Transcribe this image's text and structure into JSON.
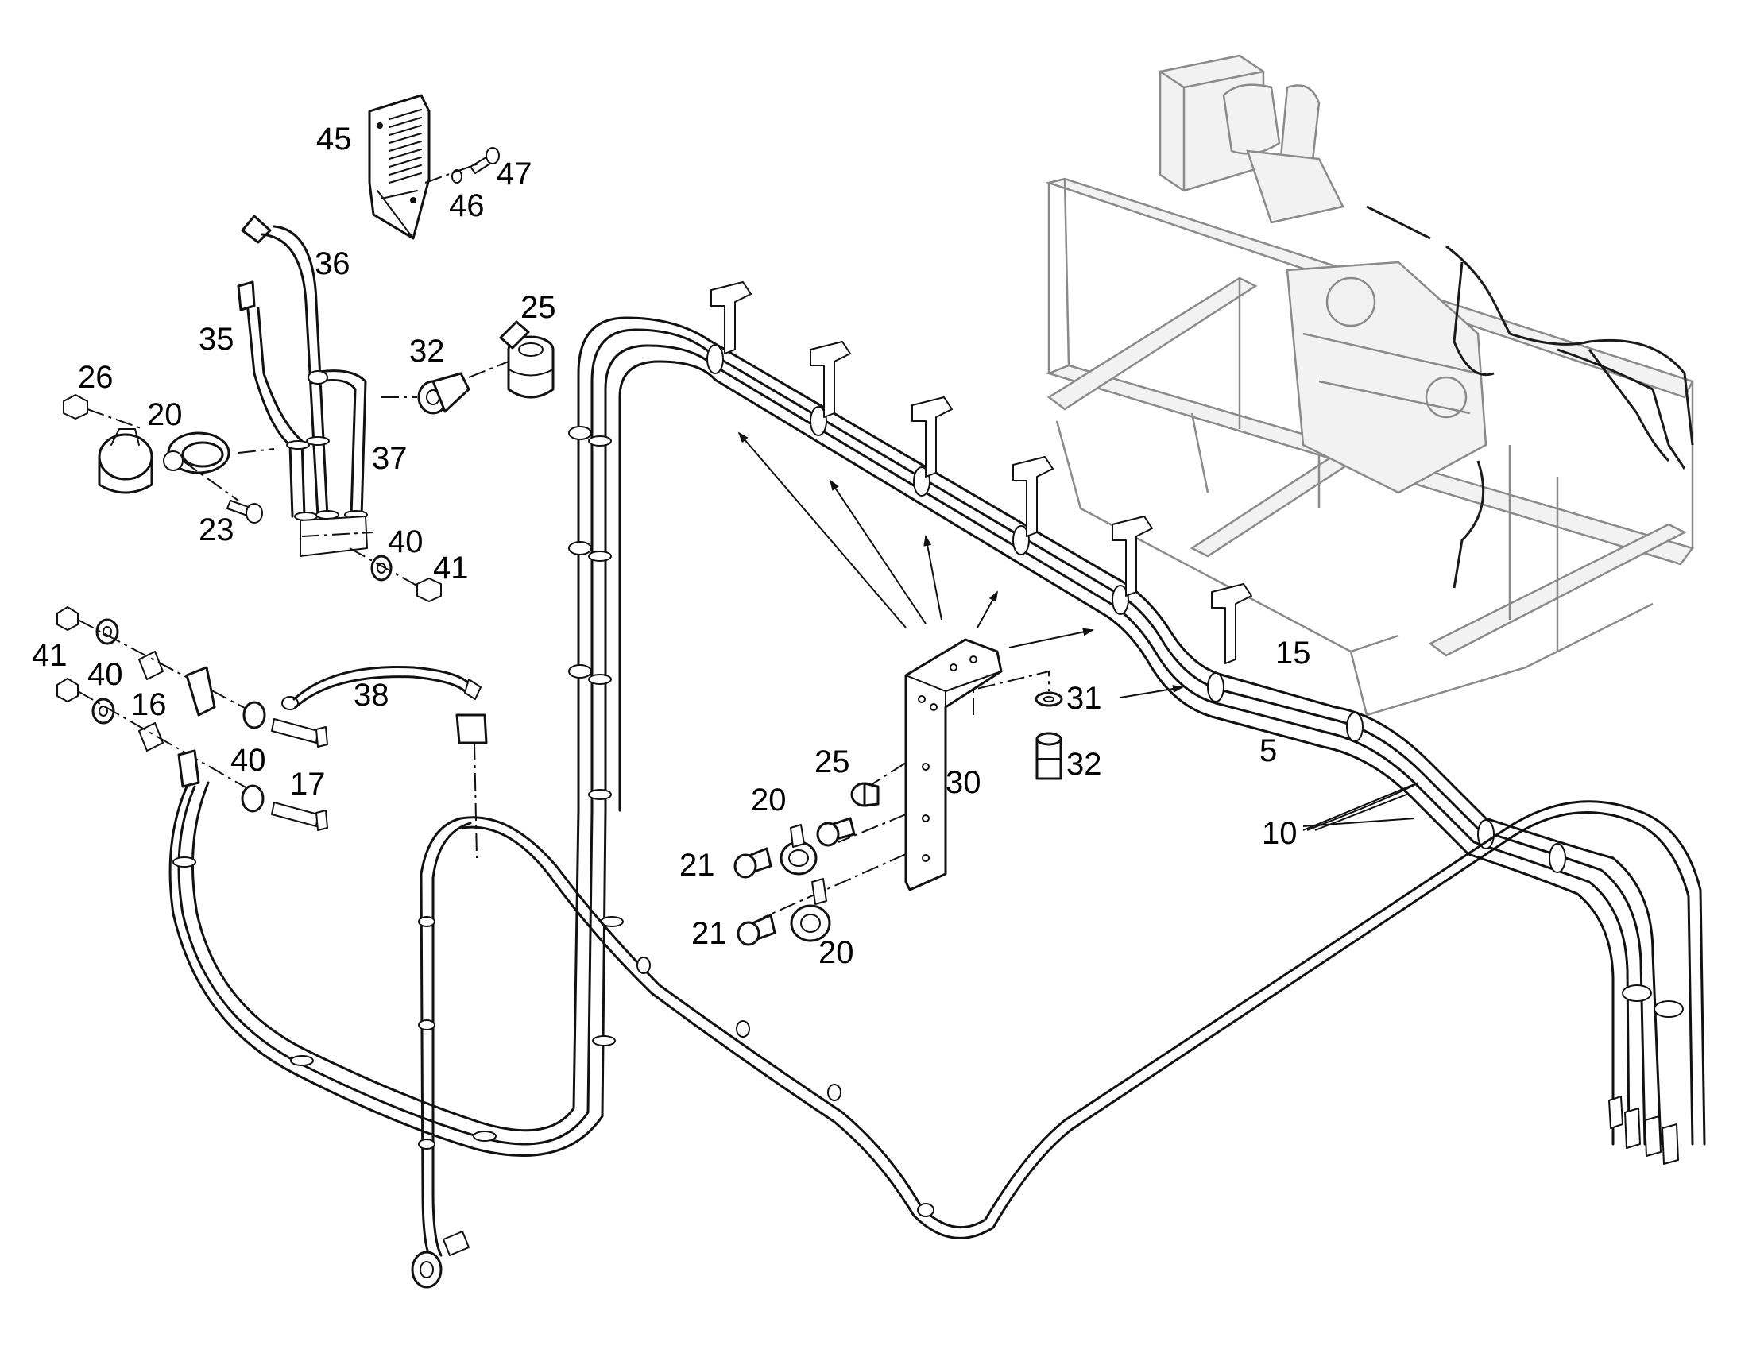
{
  "diagram": {
    "callouts": [
      {
        "id": "c45",
        "text": "45"
      },
      {
        "id": "c47",
        "text": "47"
      },
      {
        "id": "c46",
        "text": "46"
      },
      {
        "id": "c36",
        "text": "36"
      },
      {
        "id": "c25a",
        "text": "25"
      },
      {
        "id": "c35",
        "text": "35"
      },
      {
        "id": "c32a",
        "text": "32"
      },
      {
        "id": "c26",
        "text": "26"
      },
      {
        "id": "c20a",
        "text": "20"
      },
      {
        "id": "c37",
        "text": "37"
      },
      {
        "id": "c23",
        "text": "23"
      },
      {
        "id": "c40a",
        "text": "40"
      },
      {
        "id": "c41a",
        "text": "41"
      },
      {
        "id": "c41b",
        "text": "41"
      },
      {
        "id": "c40b",
        "text": "40"
      },
      {
        "id": "c16",
        "text": "16"
      },
      {
        "id": "c38",
        "text": "38"
      },
      {
        "id": "c40c",
        "text": "40"
      },
      {
        "id": "c17",
        "text": "17"
      },
      {
        "id": "c15",
        "text": "15"
      },
      {
        "id": "c31",
        "text": "31"
      },
      {
        "id": "c25b",
        "text": "25"
      },
      {
        "id": "c30",
        "text": "30"
      },
      {
        "id": "c32b",
        "text": "32"
      },
      {
        "id": "c5",
        "text": "5"
      },
      {
        "id": "c20b",
        "text": "20"
      },
      {
        "id": "c10",
        "text": "10"
      },
      {
        "id": "c21a",
        "text": "21"
      },
      {
        "id": "c21b",
        "text": "21"
      },
      {
        "id": "c20c",
        "text": "20"
      }
    ]
  }
}
